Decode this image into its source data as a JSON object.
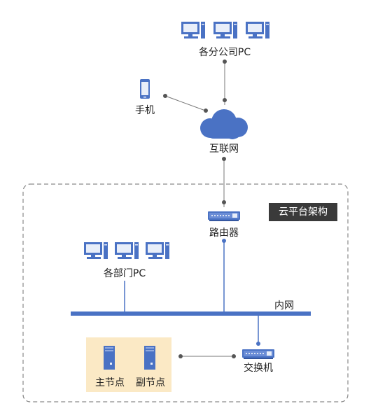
{
  "title_badge": "云平台架构",
  "labels": {
    "branch_pcs": "各分公司PC",
    "phone": "手机",
    "internet": "互联网",
    "router": "路由器",
    "dept_pcs": "各部门PC",
    "intranet": "内网",
    "switch": "交换机",
    "main_node": "主节点",
    "sub_node": "副节点"
  },
  "colors": {
    "accent": "#4a72c4",
    "line": "#4a72c4",
    "connector": "#888888",
    "node_bg": "#fbe9c5",
    "badge_bg": "#3a3a3a",
    "border": "#888888"
  },
  "icons": {
    "pc": "desktop-computer-icon",
    "phone": "mobile-phone-icon",
    "cloud": "cloud-icon",
    "router": "router-icon",
    "switch": "switch-icon",
    "server": "server-icon"
  }
}
